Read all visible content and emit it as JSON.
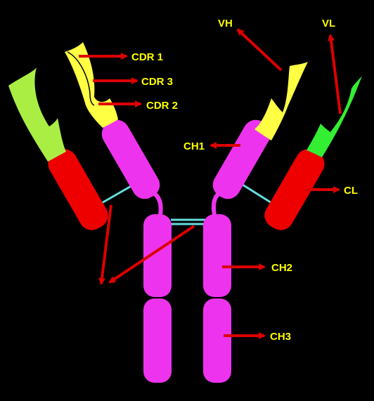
{
  "labels": {
    "cdr1": "CDR 1",
    "cdr3": "CDR 3",
    "cdr2": "CDR 2",
    "vh": "VH",
    "vl": "VL",
    "ch1": "CH1",
    "cl": "CL",
    "ch2": "CH2",
    "ch3": "CH3"
  },
  "colors": {
    "background": "#000000",
    "heavy_chain": "#ee33ee",
    "light_constant": "#ee0000",
    "variable_heavy": "#ffff44",
    "variable_light_left": "#aaee44",
    "variable_light_right": "#33ee33",
    "disulfide_bond": "#66dddd",
    "arrow": "#dd0000",
    "label_text": "#ffff00"
  }
}
